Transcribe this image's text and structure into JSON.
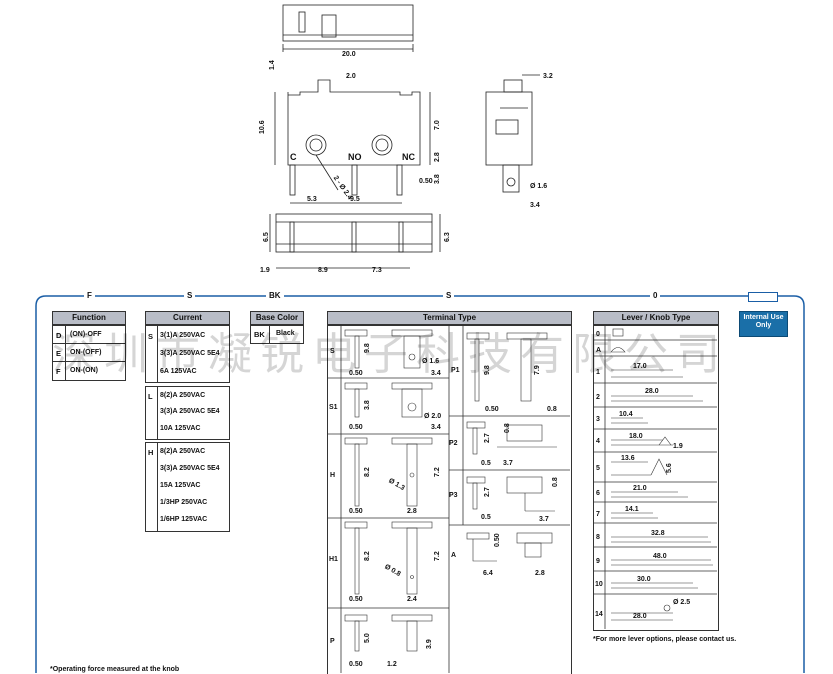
{
  "drawing": {
    "dims": {
      "top_width": "20.0",
      "lever_gap": "1.4",
      "pin_width": "2.0",
      "height": "10.6",
      "body_h": "7.0",
      "hole_pitch": "2.8",
      "pin_len": "3.8",
      "pin_th": "0.50",
      "hole_dia": "2 - Ø 2.4",
      "left_off": "5.3",
      "pitch": "9.5",
      "side_w": "3.2",
      "side_hole": "Ø 1.6",
      "side_tab": "3.4",
      "bot_h1": "6.5",
      "bot_h2": "6.3",
      "bot_left": "1.9",
      "bot_p1": "8.9",
      "bot_p2": "7.3"
    },
    "terminals": {
      "c": "C",
      "no": "NO",
      "nc": "NC"
    }
  },
  "ordering": {
    "codes": [
      "F",
      "S",
      "BK",
      "S",
      "0"
    ],
    "internal_use": "Internal Use Only",
    "function": {
      "title": "Function",
      "rows": [
        {
          "code": "D",
          "text": "(ON)-OFF"
        },
        {
          "code": "E",
          "text": "ON-(OFF)"
        },
        {
          "code": "F",
          "text": "ON-(ON)"
        }
      ]
    },
    "current": {
      "title": "Current",
      "groups": [
        {
          "code": "S",
          "lines": [
            "3(1)A  250VAC",
            "3(3)A  250VAC 5E4",
            "6A    125VAC"
          ]
        },
        {
          "code": "L",
          "lines": [
            "8(2)A  250VAC",
            "3(3)A  250VAC 5E4",
            "10A   125VAC"
          ]
        },
        {
          "code": "H",
          "lines": [
            "8(2)A  250VAC",
            "3(3)A  250VAC 5E4",
            "15A   125VAC",
            "1/3HP 250VAC",
            "1/6HP 125VAC"
          ]
        }
      ]
    },
    "base_color": {
      "title": "Base Color",
      "code": "BK",
      "text": "Black"
    },
    "terminal_type": {
      "title": "Terminal Type",
      "left": [
        {
          "code": "S",
          "d1": "9.8",
          "d2": "0.50",
          "d3": "Ø 1.6",
          "d4": "3.4"
        },
        {
          "code": "S1",
          "d1": "3.8",
          "d2": "0.50",
          "d3": "Ø 2.0",
          "d4": "3.4"
        },
        {
          "code": "H",
          "d1": "8.2",
          "d2": "0.50",
          "d3": "Ø 1.3",
          "d4": "2.8",
          "d5": "7.2"
        },
        {
          "code": "H1",
          "d1": "8.2",
          "d2": "0.50",
          "d3": "Ø 0.8",
          "d4": "2.4",
          "d5": "7.2"
        },
        {
          "code": "P",
          "d1": "5.0",
          "d2": "0.50",
          "d3": "1.2",
          "d4": "3.9"
        }
      ],
      "right": [
        {
          "code": "P1",
          "d1": "9.8",
          "d2": "0.50",
          "d3": "7.9",
          "d4": "0.8"
        },
        {
          "code": "P2",
          "d1": "2.7",
          "d2": "0.5",
          "d3": "3.7",
          "d4": "0.8"
        },
        {
          "code": "P3",
          "d1": "2.7",
          "d2": "0.5",
          "d3": "0.8",
          "d4": "3.7"
        },
        {
          "code": "A",
          "d1": "0.50",
          "d2": "6.4",
          "d3": "2.8"
        }
      ]
    },
    "lever": {
      "title": "Lever / Knob Type",
      "rows": [
        {
          "code": "0",
          "dim": ""
        },
        {
          "code": "A",
          "dim": ""
        },
        {
          "code": "1",
          "dim": "17.0"
        },
        {
          "code": "2",
          "dim": "28.0"
        },
        {
          "code": "3",
          "dim": "10.4"
        },
        {
          "code": "4",
          "dim": "18.0",
          "dim2": "1.9"
        },
        {
          "code": "5",
          "dim": "13.6",
          "dim2": "5.6"
        },
        {
          "code": "6",
          "dim": "21.0"
        },
        {
          "code": "7",
          "dim": "14.1"
        },
        {
          "code": "8",
          "dim": "32.8"
        },
        {
          "code": "9",
          "dim": "48.0"
        },
        {
          "code": "10",
          "dim": "30.0"
        },
        {
          "code": "14",
          "dim": "28.0",
          "dim2": "Ø 2.5"
        }
      ],
      "note": "*For more lever options, please contact us."
    },
    "footnote": "*Operating force measured at the knob"
  },
  "watermark": "深圳市凝锐电子科技有限公司"
}
